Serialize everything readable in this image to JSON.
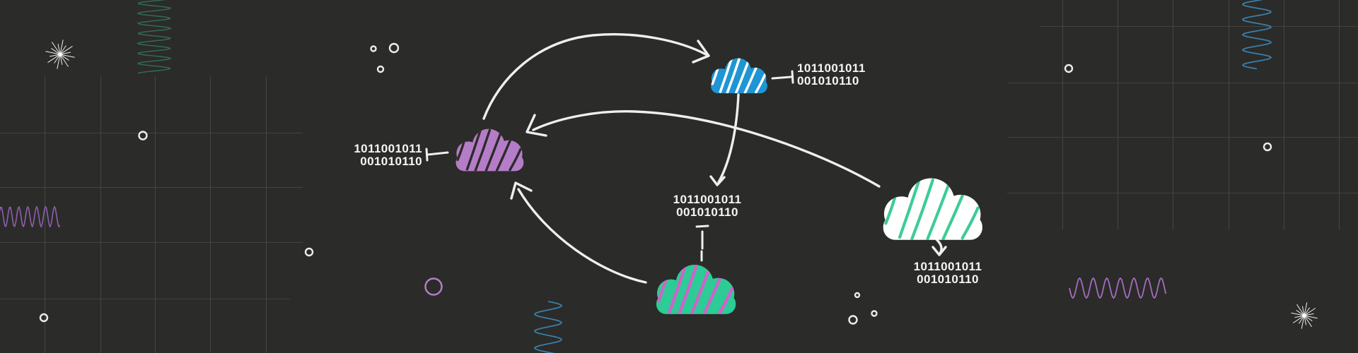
{
  "scene": {
    "background_color": "#2b2b29",
    "stroke_white": "#efefef",
    "grid_color": "#5a5a56",
    "label_text_color": "#f5f5f5"
  },
  "clouds": {
    "blue": {
      "name": "blue-cloud",
      "fill": "#2095d3",
      "hatch": "#ffffff",
      "label": {
        "line1": "1011001011",
        "line2": "001010110"
      }
    },
    "purple": {
      "name": "purple-cloud",
      "fill": "#b57cc8",
      "hatch": "#2b2b29",
      "label": {
        "line1": "1011001011",
        "line2": "001010110"
      }
    },
    "green": {
      "name": "green-cloud",
      "fill": "#2dcb95",
      "hatch": "#cf63c9",
      "label": {
        "line1": "1011001011",
        "line2": "001010110"
      }
    },
    "white": {
      "name": "white-cloud",
      "fill": "#ffffff",
      "hatch": "#3dcc96",
      "label": {
        "line1": "1011001011",
        "line2": "001010110"
      }
    }
  },
  "decorations": {
    "coil_top_left_color": "#336752",
    "coil_top_right_color": "#3a7fa8",
    "coil_bottom_center_color": "#3a7fa8",
    "wave_left_color": "#8f5fae",
    "wave_right_color": "#a76cc1",
    "circle_purple_color": "#b57cc8",
    "circle_white_color": "#ececec",
    "starburst_color": "#efefef"
  }
}
